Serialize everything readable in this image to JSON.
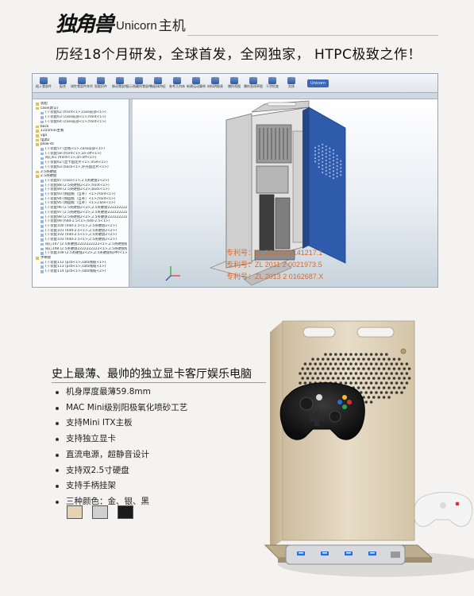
{
  "header": {
    "logo_text": "独角兽",
    "brand_name": "Unicorn",
    "brand_suffix": "主机",
    "headline": "历经18个月研发，全球首发，全网独家，  HTPC极致之作！"
  },
  "cad_window": {
    "toolbar": [
      "插入零部件",
      "配合",
      "线性零部件阵列",
      "智能扣件",
      "移动零部件",
      "显示隐藏的零部件",
      "装配体特征",
      "参考几何体",
      "新建运动算例",
      "材料明细表",
      "爆炸视图",
      "爆炸直线草图",
      "干涉检查",
      "实体"
    ],
    "active_tab": "Unicorn",
    "tree_items": [
      {
        "text": "装配",
        "level": 0,
        "kind": "folder"
      },
      {
        "text": "case(默认)",
        "level": 0,
        "kind": "folder"
      },
      {
        "text": "(-) 装配62 (front<1>,case前部<1>)",
        "level": 1,
        "kind": "part"
      },
      {
        "text": "(-) 装配63 (case前部<1>,front<1>)",
        "level": 1,
        "kind": "part"
      },
      {
        "text": "(-) 装配64 (case前部<1>,front<1>)",
        "level": 1,
        "kind": "part"
      },
      {
        "text": "back",
        "level": 0,
        "kind": "folder"
      },
      {
        "text": "1155mini主板",
        "level": 0,
        "kind": "folder"
      },
      {
        "text": "vga",
        "level": 0,
        "kind": "folder"
      },
      {
        "text": "电源2",
        "level": 0,
        "kind": "folder"
      },
      {
        "text": "plow-dc",
        "level": 0,
        "kind": "folder"
      },
      {
        "text": "(-) 装配57 (后板<1>,case前部<1>)",
        "level": 1,
        "kind": "part"
      },
      {
        "text": "(-) 装配58 (front<1>,on-off<1>)",
        "level": 1,
        "kind": "part"
      },
      {
        "text": "同心61 (front<1>,on-off<1>)",
        "level": 1,
        "kind": "part"
      },
      {
        "text": "(-) 装配62 (显卡固定片<1>,VGA<1>)",
        "level": 1,
        "kind": "part"
      },
      {
        "text": "(-) 装配63 (back<1>,外壳固定片<1>)",
        "level": 1,
        "kind": "part"
      },
      {
        "text": "2.5英硬盘",
        "level": 0,
        "kind": "folder"
      },
      {
        "text": "2.5英硬盘",
        "level": 0,
        "kind": "folder"
      },
      {
        "text": "(-) 装配87 (case<1>,2.5英硬盘2<2>)",
        "level": 1,
        "kind": "part"
      },
      {
        "text": "(-) 装配88 (2.5英硬盘2<2>,front<1>)",
        "level": 1,
        "kind": "part"
      },
      {
        "text": "(-) 装配89 (2.5英硬盘2<2>,back<1>)",
        "level": 1,
        "kind": "part"
      },
      {
        "text": "(-) 装配93 (侧面板（互补）<1>,front<1>)",
        "level": 1,
        "kind": "part"
      },
      {
        "text": "(-) 装配94 (侧面板（互补）<1>,front<1>)",
        "level": 1,
        "kind": "part"
      },
      {
        "text": "(-) 装配95 (侧面板（互补）<1>,case<1>)",
        "level": 1,
        "kind": "part"
      },
      {
        "text": "(-) 装配96 (2.5英硬盘2<2>,2.5英硬盘2222222222)",
        "level": 1,
        "kind": "part"
      },
      {
        "text": "(-) 装配97 (2.5英硬盘2<2>,2.5英硬盘2222222222)",
        "level": 1,
        "kind": "part"
      },
      {
        "text": "(-) 装配98 (2.5英硬盘2<2>,2.5英硬盘222222222222)",
        "level": 1,
        "kind": "part"
      },
      {
        "text": "(-) 装配99 (hdd-2.5<1>,hdd-2.5<1>)",
        "level": 1,
        "kind": "part"
      },
      {
        "text": "(-) 装配100 (hdd-2.5<1>,2.5英硬盘2<2>)",
        "level": 1,
        "kind": "part"
      },
      {
        "text": "(-) 装配101 (hdd-2.5<1>,2.5英硬盘2<2>)",
        "level": 1,
        "kind": "part"
      },
      {
        "text": "(-) 装配102 (hdd-2.5<1>,2.5英硬盘2<2>)",
        "level": 1,
        "kind": "part"
      },
      {
        "text": "(-) 装配103 (hdd-2.5<1>,2.5英硬盘2<2>)",
        "level": 1,
        "kind": "part"
      },
      {
        "text": "同心107 (2.5英硬盘2222222222<1>,2.5英硬盘标)",
        "level": 1,
        "kind": "part"
      },
      {
        "text": "同心108 (2.5英硬盘2222222222<1>,2.5英硬盘标)",
        "level": 1,
        "kind": "part"
      },
      {
        "text": "(-) 装配109 (2.5英硬盘2<2>,2.5英硬盘标(中)<1>)",
        "level": 1,
        "kind": "part"
      },
      {
        "text": "手柄架",
        "level": 0,
        "kind": "folder"
      },
      {
        "text": "(-) 装配112 (pcb<1>,sata线缆<1>)",
        "level": 1,
        "kind": "part"
      },
      {
        "text": "(-) 装配113 (pcb<1>,sata线缆<1>)",
        "level": 1,
        "kind": "part"
      },
      {
        "text": "(-) 装配114 (pcb<1>,sata线缆<2>)",
        "level": 1,
        "kind": "part"
      }
    ],
    "patents": [
      "专利号：ZL 2010 2 0141217.1",
      "专利号：ZL 2011 2 0021973.5",
      "专利号：ZL 2013 2 0162687.X"
    ]
  },
  "features": {
    "title": "史上最薄、最帅的独立显卡客厅娱乐电脑",
    "items": [
      "机身厚度最薄59.8mm",
      "MAC Mini级别阳极氧化喷砂工艺",
      "支持Mini ITX主板",
      "支持独立显卡",
      "直流电源，超静音设计",
      "支持双2.5寸硬盘",
      "支持手柄挂架",
      "三种颜色：金、银、黑"
    ],
    "colors": [
      "#e6d3b6",
      "#cfcfcf",
      "#1a1a1a"
    ]
  },
  "colors": {
    "patent_text": "#d86a2a",
    "side_panel": "#2e5bab",
    "case_gold": "#d9cbb0",
    "usb_blue": "#2a6fd6"
  }
}
